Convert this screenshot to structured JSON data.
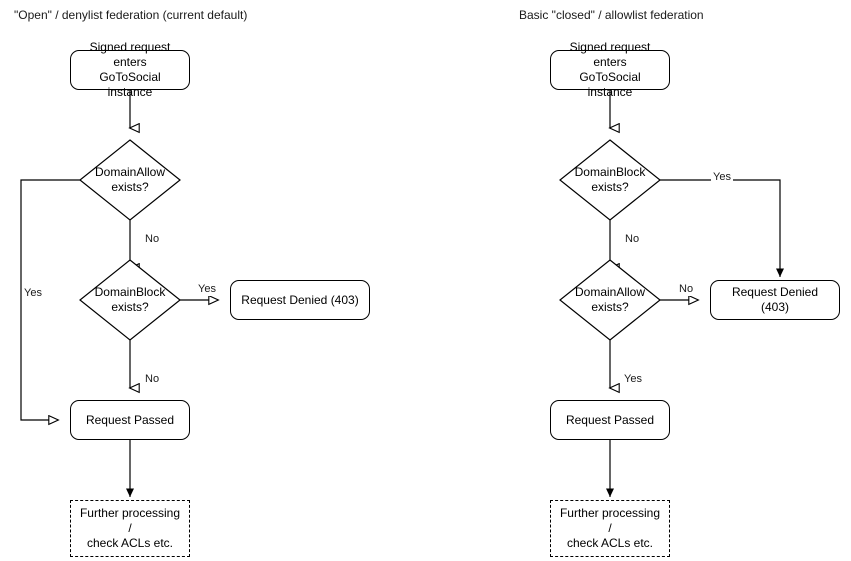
{
  "diagram": {
    "background": "#ffffff",
    "stroke_color": "#000000",
    "text_color": "#000000",
    "type": "flowchart",
    "panels": [
      {
        "id": "open-denylist",
        "title": "\"Open\" / denylist federation (current default)",
        "nodes": [
          {
            "id": "entry-left",
            "shape": "rounded-rect",
            "text": "Signed request enters\nGoToSocial instance",
            "line1": "Signed request enters",
            "line2": "GoToSocial instance"
          },
          {
            "id": "allow-left",
            "shape": "diamond",
            "line1": "DomainAllow",
            "line2": "exists?"
          },
          {
            "id": "block-left",
            "shape": "diamond",
            "line1": "DomainBlock",
            "line2": "exists?"
          },
          {
            "id": "denied-left",
            "shape": "rounded-rect",
            "line1": "Request Denied (403)",
            "line2": ""
          },
          {
            "id": "passed-left",
            "shape": "rounded-rect",
            "line1": "Request Passed",
            "line2": ""
          },
          {
            "id": "further-left",
            "shape": "dashed-rect",
            "line1": "Further processing /",
            "line2": "check ACLs etc."
          }
        ],
        "edges": [
          {
            "from": "entry-left",
            "to": "allow-left",
            "label": ""
          },
          {
            "from": "allow-left",
            "to": "passed-left",
            "label": "Yes"
          },
          {
            "from": "allow-left",
            "to": "block-left",
            "label": "No"
          },
          {
            "from": "block-left",
            "to": "denied-left",
            "label": "Yes"
          },
          {
            "from": "block-left",
            "to": "passed-left",
            "label": "No"
          },
          {
            "from": "passed-left",
            "to": "further-left",
            "label": ""
          }
        ]
      },
      {
        "id": "closed-allowlist",
        "title": "Basic \"closed\" / allowlist federation",
        "nodes": [
          {
            "id": "entry-right",
            "shape": "rounded-rect",
            "line1": "Signed request enters",
            "line2": "GoToSocial instance"
          },
          {
            "id": "block-right",
            "shape": "diamond",
            "line1": "DomainBlock",
            "line2": "exists?"
          },
          {
            "id": "allow-right",
            "shape": "diamond",
            "line1": "DomainAllow",
            "line2": "exists?"
          },
          {
            "id": "denied-right",
            "shape": "rounded-rect",
            "line1": "Request Denied (403)",
            "line2": ""
          },
          {
            "id": "passed-right",
            "shape": "rounded-rect",
            "line1": "Request Passed",
            "line2": ""
          },
          {
            "id": "further-right",
            "shape": "dashed-rect",
            "line1": "Further processing /",
            "line2": "check ACLs etc."
          }
        ],
        "edges": [
          {
            "from": "entry-right",
            "to": "block-right",
            "label": ""
          },
          {
            "from": "block-right",
            "to": "denied-right",
            "label": "Yes"
          },
          {
            "from": "block-right",
            "to": "allow-right",
            "label": "No"
          },
          {
            "from": "allow-right",
            "to": "denied-right",
            "label": "No"
          },
          {
            "from": "allow-right",
            "to": "passed-right",
            "label": "Yes"
          },
          {
            "from": "passed-right",
            "to": "further-right",
            "label": ""
          }
        ]
      }
    ],
    "labels": {
      "yes": "Yes",
      "no": "No"
    }
  }
}
